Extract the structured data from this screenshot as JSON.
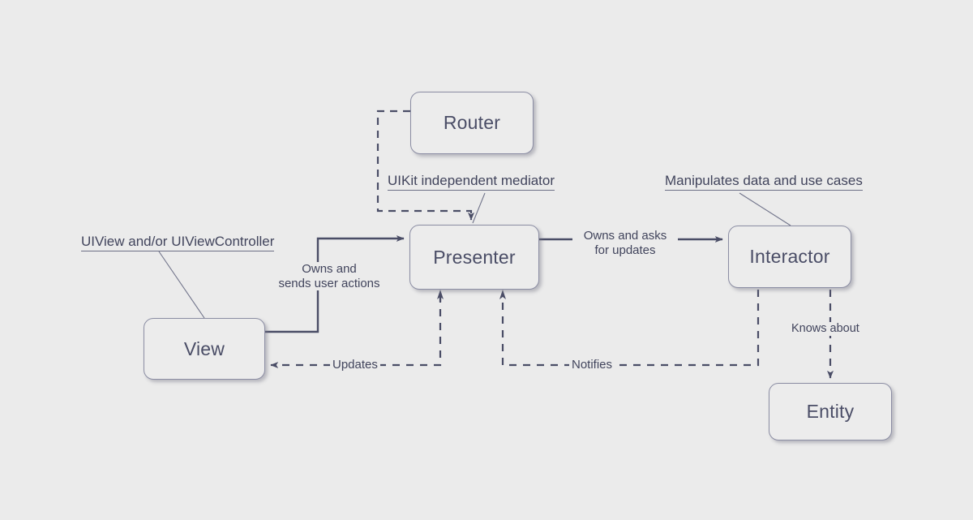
{
  "diagram": {
    "title": "VIPER architecture diagram",
    "background_color": "#ebebeb",
    "node_fill": "#ececec",
    "node_border": "#8b8da3",
    "text_color": "#41445c",
    "line_color": "#4a4d66"
  },
  "nodes": [
    {
      "id": "router",
      "label": "Router"
    },
    {
      "id": "presenter",
      "label": "Presenter"
    },
    {
      "id": "interactor",
      "label": "Interactor"
    },
    {
      "id": "view",
      "label": "View"
    },
    {
      "id": "entity",
      "label": "Entity"
    }
  ],
  "annotations": [
    {
      "id": "view-note",
      "text": "UIView and/or UIViewController"
    },
    {
      "id": "presenter-note",
      "text": "UIKit independent mediator"
    },
    {
      "id": "interactor-note",
      "text": "Manipulates data and use cases"
    }
  ],
  "edge_labels": [
    {
      "id": "view-to-presenter",
      "line1": "Owns and",
      "line2": "sends user actions"
    },
    {
      "id": "presenter-to-interactor",
      "line1": "Owns and asks",
      "line2": "for updates"
    },
    {
      "id": "presenter-to-view",
      "line1": "Updates",
      "line2": ""
    },
    {
      "id": "interactor-to-presenter",
      "line1": "Notifies",
      "line2": ""
    },
    {
      "id": "interactor-to-entity",
      "line1": "Knows about",
      "line2": ""
    }
  ]
}
